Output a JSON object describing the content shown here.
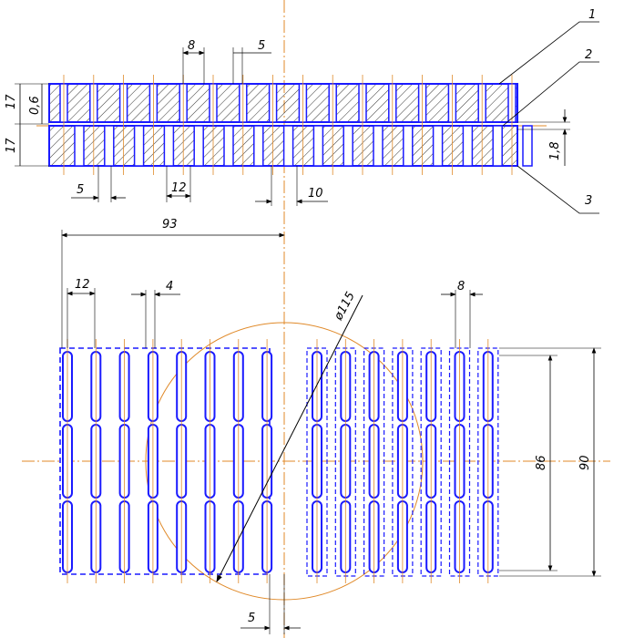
{
  "colors": {
    "outline": "#1a1aff",
    "dimension": "#000000",
    "centerline": "#e08a2a",
    "hatch": "#000000",
    "background": "#ffffff"
  },
  "section_view": {
    "callouts": [
      "1",
      "2",
      "3"
    ],
    "dims": {
      "slot_width_top": "8",
      "slot_gap_top": "5",
      "layer_height_upper": "17",
      "layer_height_lower": "17",
      "gap_height": "0,6",
      "gap_right": "1,8",
      "pitch_bottom_left": "5",
      "slot_pitch": "12",
      "offset_right": "10"
    }
  },
  "plan_view": {
    "dims": {
      "half_width": "93",
      "pitch": "12",
      "slot_width_left": "4",
      "slot_width_right": "8",
      "diameter": "ø115",
      "offset_bottom": "5",
      "inner_height": "86",
      "outer_height": "90"
    }
  }
}
